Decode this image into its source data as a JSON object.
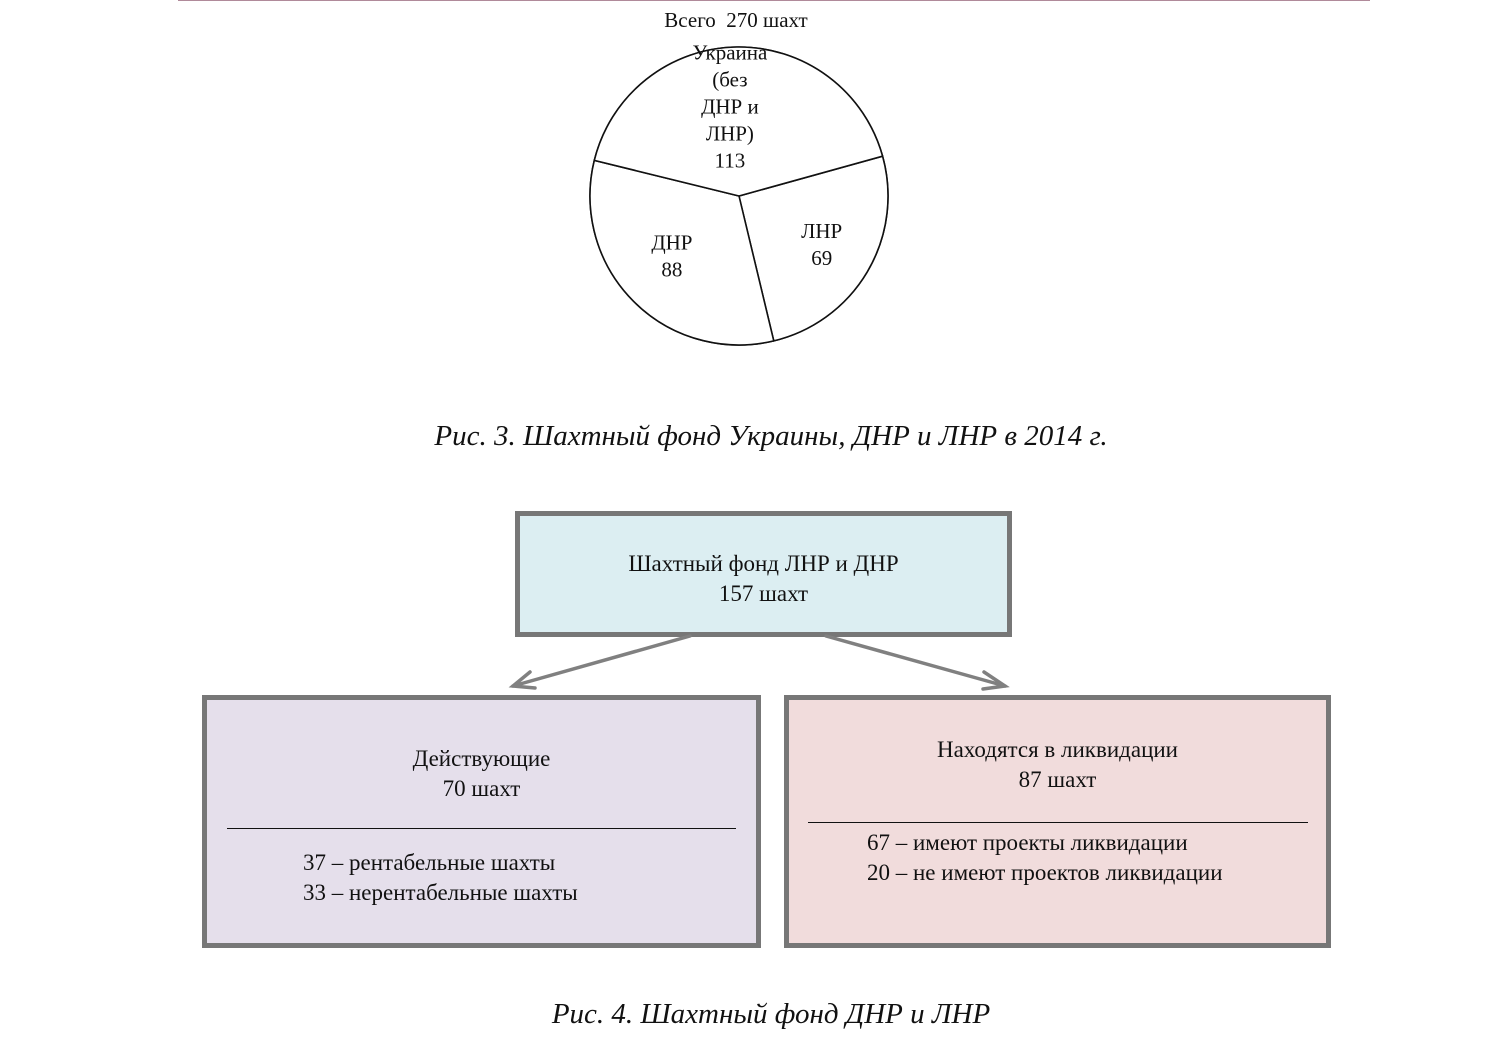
{
  "colors": {
    "box_top_fill": "#dceef2",
    "box_left_fill": "#e5dfeb",
    "box_right_fill": "#f1dcdc",
    "border": "#777777",
    "arrow": "#808080"
  },
  "chart_data": {
    "type": "pie",
    "title": "Всего  270 шахт",
    "total": 270,
    "slices": [
      {
        "label_lines": [
          "ЛНР",
          "69"
        ],
        "value": 69
      },
      {
        "label_lines": [
          "ДНР",
          "88"
        ],
        "value": 88
      },
      {
        "label_lines": [
          "Украина",
          "(без",
          "ДНР и",
          "ЛНР)",
          "113"
        ],
        "value": 113
      }
    ]
  },
  "captions": {
    "fig3": "Рис. 3. Шахтный фонд Украины, ДНР и ЛНР в 2014 г.",
    "fig4": "Рис. 4. Шахтный фонд ДНР и ЛНР"
  },
  "diagram": {
    "root": {
      "line1": "Шахтный фонд ЛНР и ДНР",
      "line2": "157 шахт"
    },
    "left": {
      "line1": "Действующие",
      "line2": "70 шахт",
      "items": [
        "37 – рентабельные шахты",
        "33 – нерентабельные шахты"
      ]
    },
    "right": {
      "line1": "Находятся в ликвидации",
      "line2": "87 шахт",
      "items": [
        "67 – имеют проекты ликвидации",
        "20 – не имеют проектов ликвидации"
      ]
    }
  }
}
